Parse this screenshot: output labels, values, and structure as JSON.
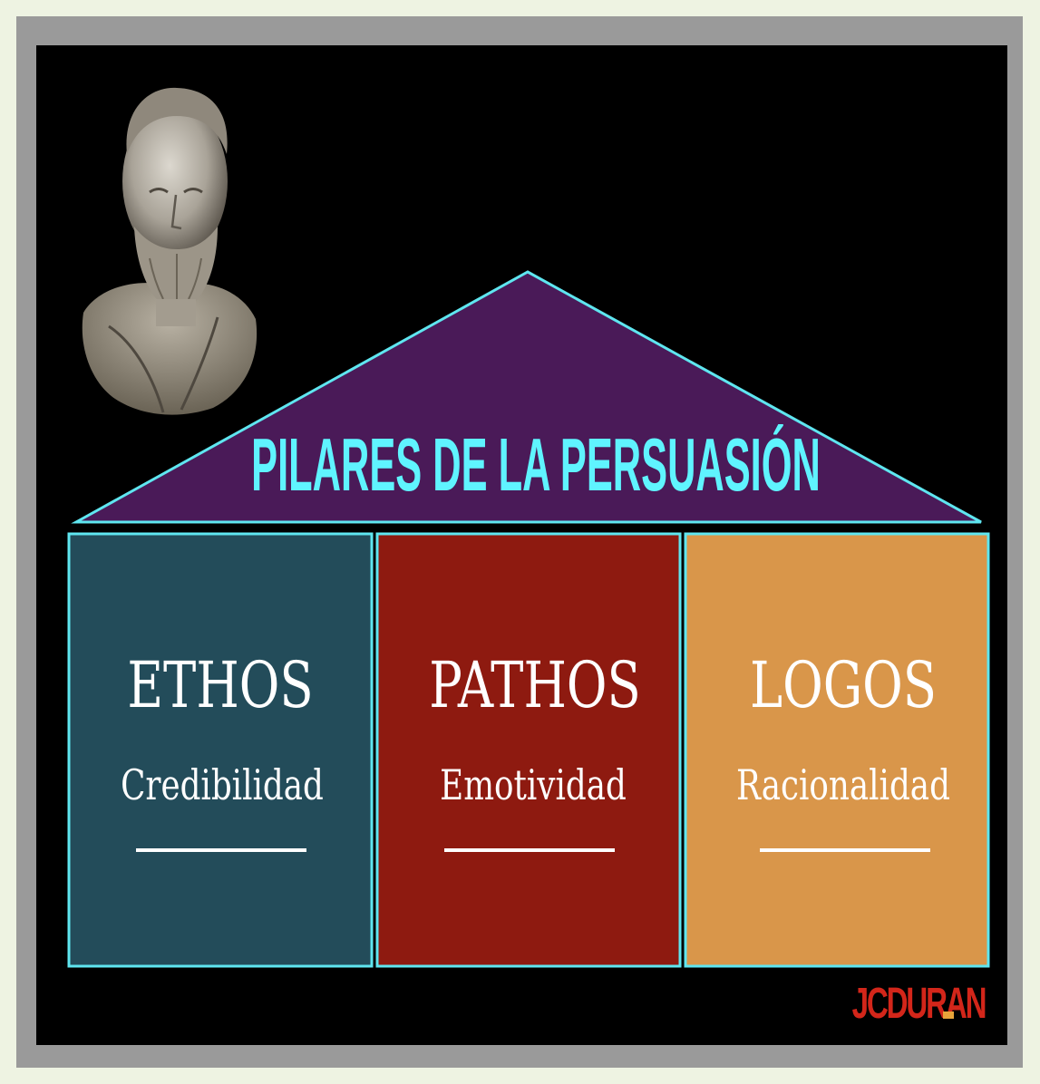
{
  "title": "PILARES DE LA PERSUASIÓN",
  "colors": {
    "roof": "#4a1a58",
    "outline": "#5fe6f0",
    "title": "#5ff4ff",
    "ethos": "#234c5a",
    "pathos": "#8e1a10",
    "logos": "#d9964a",
    "text": "#ffffff",
    "logo_red": "#d3261a",
    "logo_gold": "#e8a43a"
  },
  "pillars": [
    {
      "name": "ETHOS",
      "subtitle": "Credibilidad"
    },
    {
      "name": "PATHOS",
      "subtitle": "Emotividad"
    },
    {
      "name": "LOGOS",
      "subtitle": "Racionalidad"
    }
  ],
  "bust_icon": "aristotle-bust",
  "logo": "JCDURAN"
}
